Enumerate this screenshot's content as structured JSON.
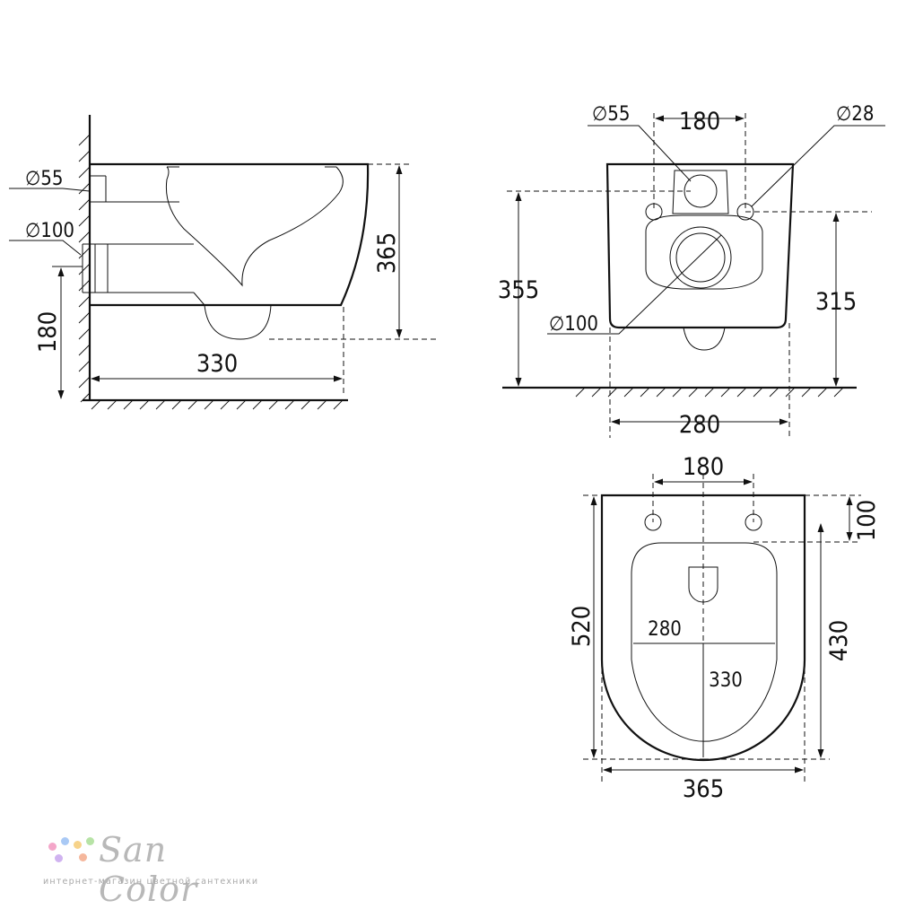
{
  "side_view": {
    "d55": "∅55",
    "d100": "∅100",
    "h365": "365",
    "h180": "180",
    "w330": "330"
  },
  "rear_view": {
    "d55": "∅55",
    "w180": "180",
    "d28": "∅28",
    "h355": "355",
    "h315": "315",
    "d100": "∅100",
    "w280": "280"
  },
  "top_view": {
    "w180": "180",
    "h100": "100",
    "h520": "520",
    "h430": "430",
    "seat280": "280",
    "seat330": "330",
    "w365": "365"
  },
  "logo": {
    "name": "San Color",
    "tagline": "интернет-магазин цветной сантехники",
    "dot_colors": [
      "#f4a6c9",
      "#a9c9f5",
      "#f7d38a",
      "#b7e3a6",
      "#d0b3f0",
      "#f5b79c"
    ]
  }
}
